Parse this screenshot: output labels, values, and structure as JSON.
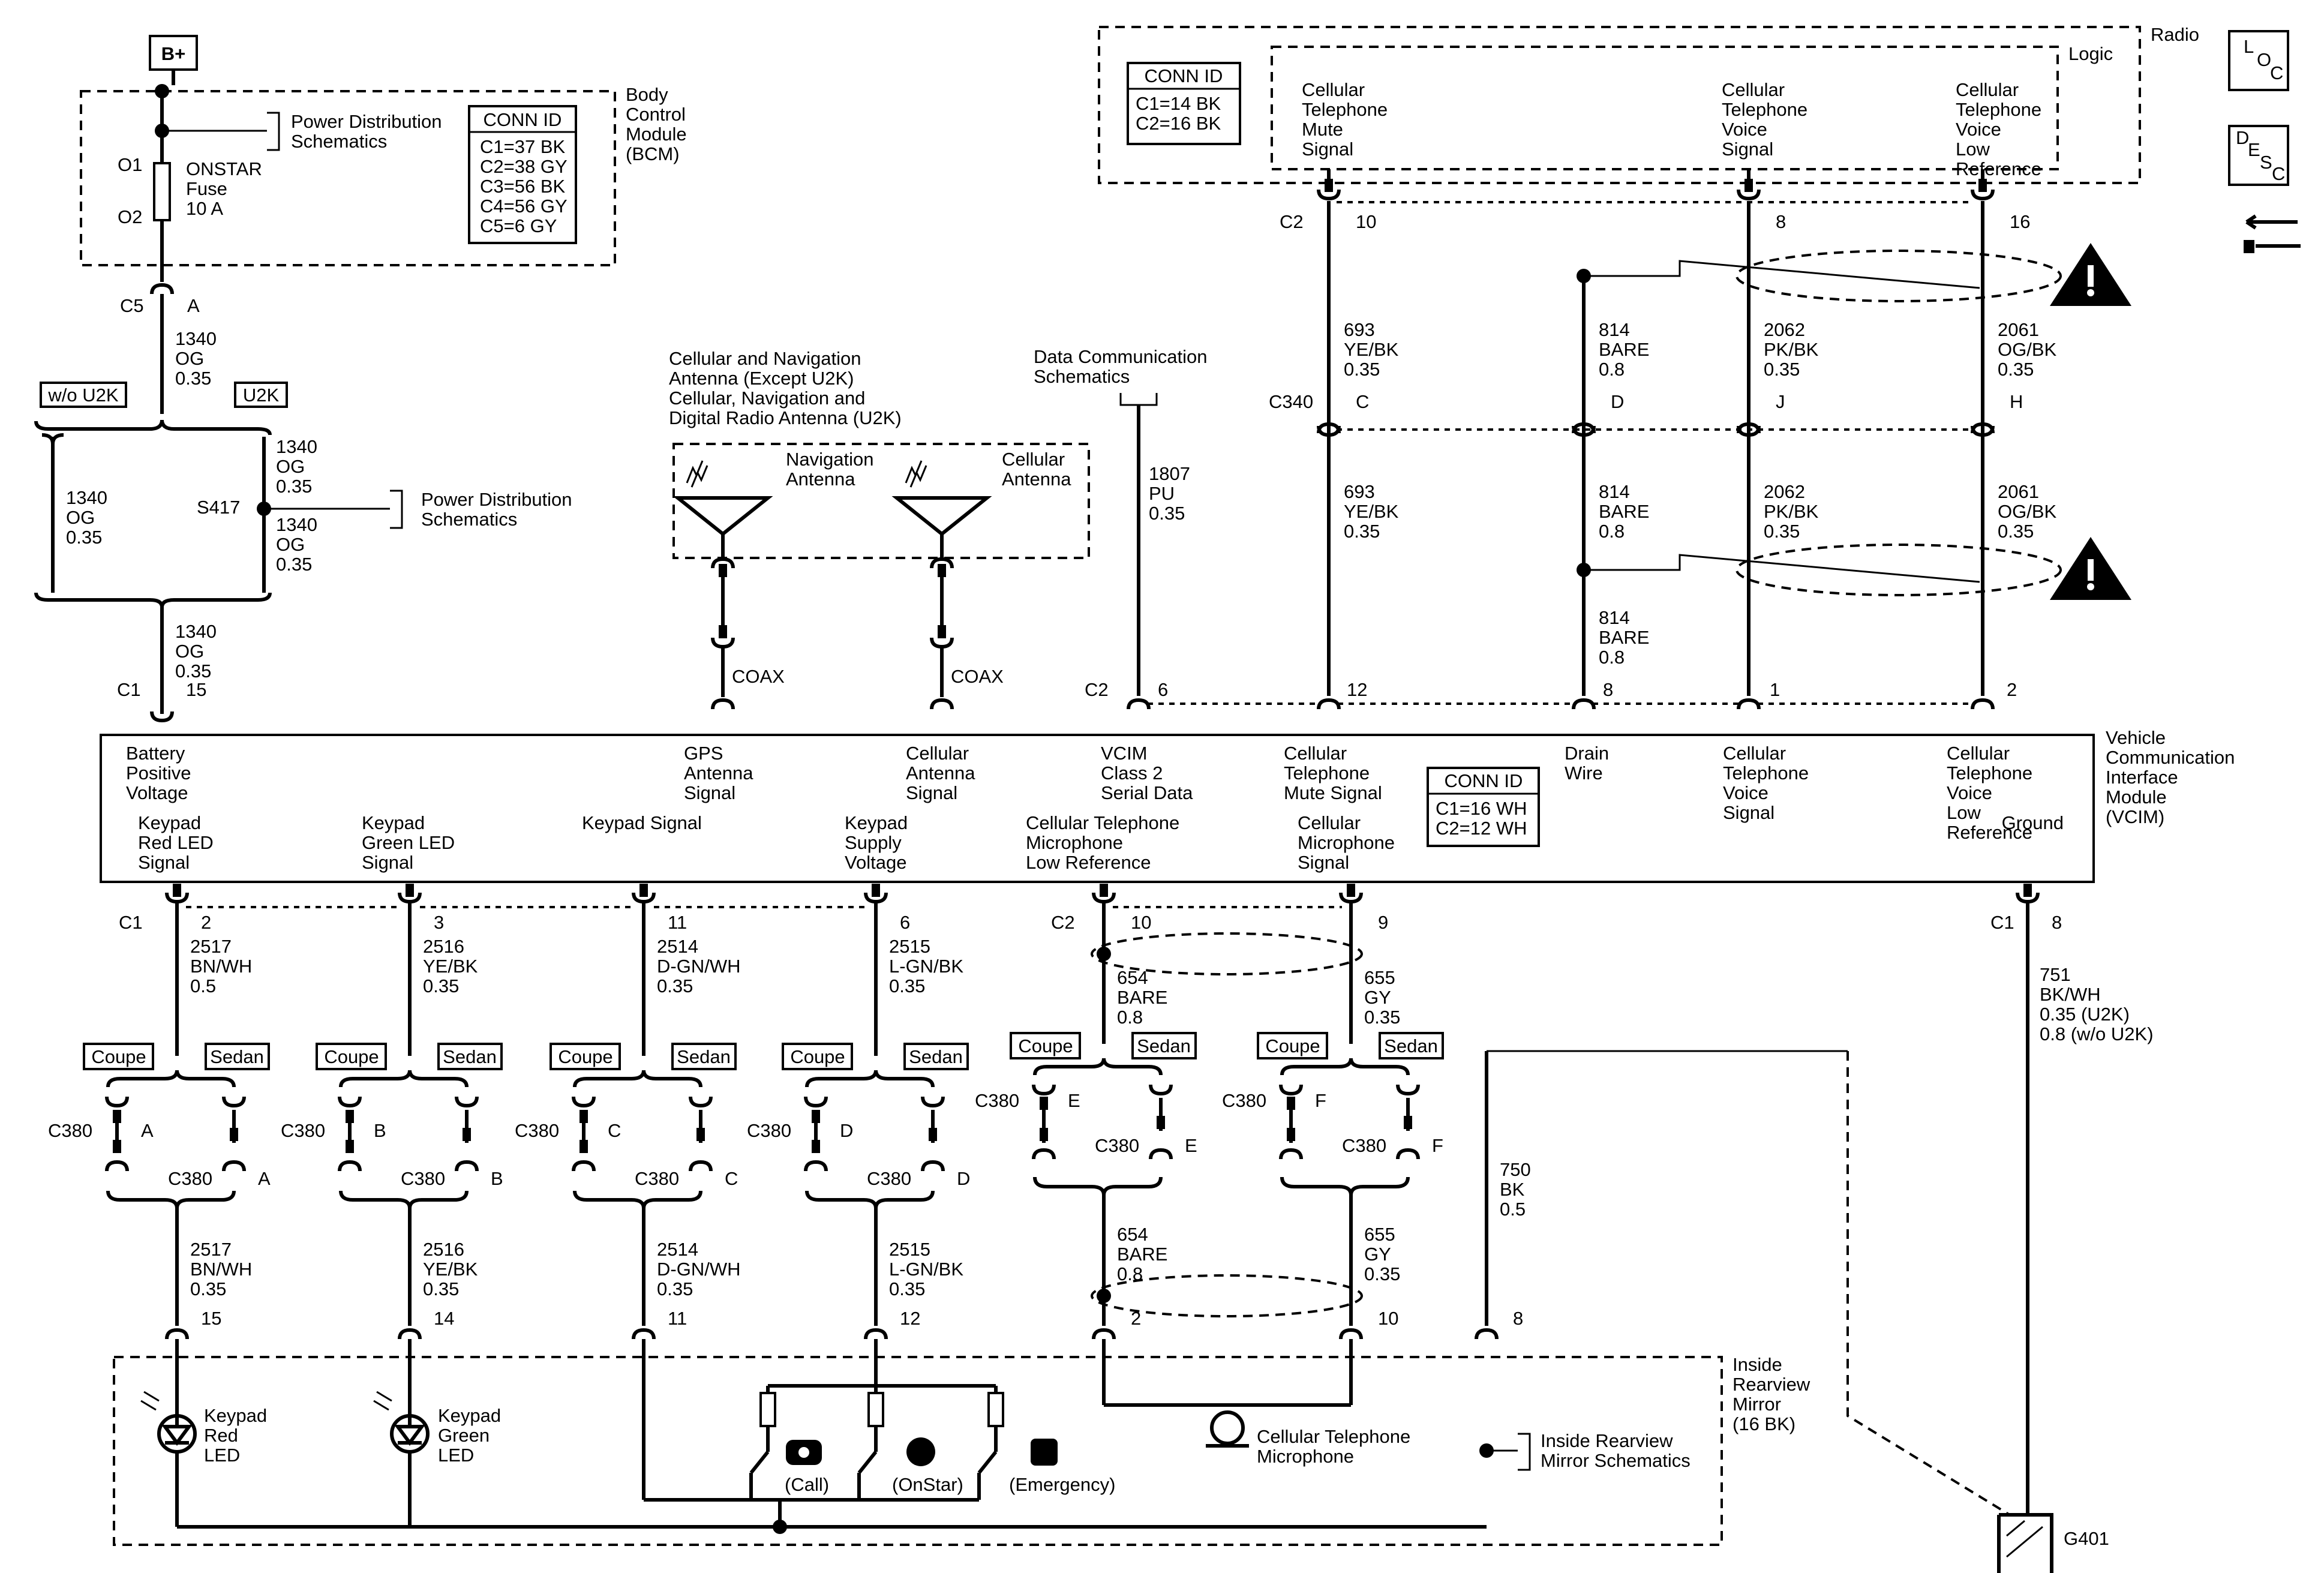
{
  "top": {
    "battery": "B+",
    "radio": "Radio",
    "logic": "Logic"
  },
  "bcm": {
    "pd": [
      "Power Distribution",
      "Schematics"
    ],
    "title": [
      "Body",
      "Control",
      "Module",
      "(BCM)"
    ],
    "o1": "O1",
    "o2": "O2",
    "fuse": [
      "ONSTAR",
      "Fuse",
      "10 A"
    ],
    "conn_title": "CONN ID",
    "conn": [
      "C1=37 BK",
      "C2=38 GY",
      "C3=56 BK",
      "C4=56 GY",
      "C5=6 GY"
    ],
    "c5": "C5",
    "c5pin": "A",
    "wire": [
      "1340",
      "OG",
      "0.35"
    ]
  },
  "splice": {
    "wo_u2k": "w/o U2K",
    "u2k": "U2K",
    "left_wire": [
      "1340",
      "OG",
      "0.35"
    ],
    "top_wire": [
      "1340",
      "OG",
      "0.35"
    ],
    "bot_wire": [
      "1340",
      "OG",
      "0.35"
    ],
    "id": "S417",
    "pd": [
      "Power Distribution",
      "Schematics"
    ],
    "out_wire": [
      "1340",
      "OG",
      "0.35"
    ],
    "c1": "C1",
    "pin": "15"
  },
  "radio": {
    "conn_title": "CONN ID",
    "conn": [
      "C1=14 BK",
      "C2=16 BK"
    ],
    "pins": [
      {
        "label": [
          "Cellular",
          "Telephone",
          "Mute",
          "Signal"
        ],
        "pin": "10"
      },
      {
        "label": [
          "Cellular",
          "Telephone",
          "Voice",
          "Signal"
        ],
        "pin": "8"
      },
      {
        "label": [
          "Cellular",
          "Telephone",
          "Voice",
          "Low",
          "Reference"
        ],
        "pin": "16"
      }
    ],
    "c2": "C2",
    "wires_upper": [
      [
        "693",
        "YE/BK",
        "0.35"
      ],
      [
        "814",
        "BARE",
        "0.8"
      ],
      [
        "2062",
        "PK/BK",
        "0.35"
      ],
      [
        "2061",
        "OG/BK",
        "0.35"
      ]
    ],
    "c340": "C340",
    "c340_pins": [
      "C",
      "D",
      "J",
      "H"
    ],
    "wires_lower": [
      [
        "693",
        "YE/BK",
        "0.35"
      ],
      [
        "814",
        "BARE",
        "0.8"
      ],
      [
        "2062",
        "PK/BK",
        "0.35"
      ],
      [
        "2061",
        "OG/BK",
        "0.35"
      ]
    ],
    "drain_wire": [
      "814",
      "BARE",
      "0.8"
    ]
  },
  "antenna": {
    "title": [
      "Cellular and Navigation",
      "Antenna (Except U2K)",
      "Cellular, Navigation and",
      "Digital Radio Antenna (U2K)"
    ],
    "nav": [
      "Navigation",
      "Antenna"
    ],
    "cell": [
      "Cellular",
      "Antenna"
    ],
    "coax": "COAX"
  },
  "data_comm": {
    "label": [
      "Data Communication",
      "Schematics"
    ],
    "wire": [
      "1807",
      "PU",
      "0.35"
    ]
  },
  "vcim": {
    "title": [
      "Vehicle",
      "Communication",
      "Interface",
      "Module",
      "(VCIM)"
    ],
    "conn_title": "CONN ID",
    "conn": [
      "C1=16 WH",
      "C2=12 WH"
    ],
    "top_c1": "C1",
    "top_c2": "C2",
    "top_pins": [
      "15",
      "6",
      "12",
      "8",
      "1",
      "2"
    ],
    "top_labels": [
      [
        "Battery",
        "Positive",
        "Voltage"
      ],
      [
        "GPS",
        "Antenna",
        "Signal"
      ],
      [
        "Cellular",
        "Antenna",
        "Signal"
      ],
      [
        "VCIM",
        "Class 2",
        "Serial Data"
      ],
      [
        "Cellular",
        "Telephone",
        "Mute Signal"
      ],
      [
        "Drain",
        "Wire"
      ],
      [
        "Cellular",
        "Telephone",
        "Voice",
        "Signal"
      ],
      [
        "Cellular",
        "Telephone",
        "Voice",
        "Low",
        "Reference"
      ]
    ],
    "bottom_labels": [
      [
        "Keypad",
        "Red LED",
        "Signal"
      ],
      [
        "Keypad",
        "Green LED",
        "Signal"
      ],
      [
        "Keypad Signal"
      ],
      [
        "Keypad",
        "Supply",
        "Voltage"
      ],
      [
        "Cellular Telephone",
        "Microphone",
        "Low Reference"
      ],
      [
        "Cellular",
        "Microphone",
        "Signal"
      ],
      [
        "Ground"
      ]
    ],
    "bot_c1": "C1",
    "bot_c2": "C2",
    "bot_c1b": "C1",
    "bot_pins": [
      "2",
      "3",
      "11",
      "6",
      "10",
      "9",
      "8"
    ]
  },
  "harness": {
    "coupe": "Coupe",
    "sedan": "Sedan",
    "c380": "C380",
    "upper_wires": [
      [
        "2517",
        "BN/WH",
        "0.5"
      ],
      [
        "2516",
        "YE/BK",
        "0.35"
      ],
      [
        "2514",
        "D-GN/WH",
        "0.35"
      ],
      [
        "2515",
        "L-GN/BK",
        "0.35"
      ],
      [
        "654",
        "BARE",
        "0.8"
      ],
      [
        "655",
        "GY",
        "0.35"
      ]
    ],
    "c380_pins": [
      "A",
      "B",
      "C",
      "D",
      "E",
      "F"
    ],
    "lower_wires": [
      [
        "2517",
        "BN/WH",
        "0.35"
      ],
      [
        "2516",
        "YE/BK",
        "0.35"
      ],
      [
        "2514",
        "D-GN/WH",
        "0.35"
      ],
      [
        "2515",
        "L-GN/BK",
        "0.35"
      ],
      [
        "654",
        "BARE",
        "0.8"
      ],
      [
        "655",
        "GY",
        "0.35"
      ]
    ],
    "mirror_pins": [
      "15",
      "14",
      "11",
      "12",
      "2",
      "10",
      "8"
    ]
  },
  "ground": {
    "wire": [
      "751",
      "BK/WH",
      "0.35 (U2K)",
      "0.8 (w/o U2K)"
    ],
    "mirror_wire": [
      "750",
      "BK",
      "0.5"
    ],
    "id": "G401"
  },
  "mirror": {
    "title": [
      "Inside",
      "Rearview",
      "Mirror",
      "(16 BK)"
    ],
    "red_led": [
      "Keypad",
      "Red",
      "LED"
    ],
    "green_led": [
      "Keypad",
      "Green",
      "LED"
    ],
    "call": "(Call)",
    "onstar": "(OnStar)",
    "emergency": "(Emergency)",
    "mic": [
      "Cellular Telephone",
      "Microphone"
    ],
    "schem": [
      "Inside Rearview",
      "Mirror Schematics"
    ]
  },
  "icons": [
    "loc-icon",
    "desc-icon",
    "warning-icon",
    "warning-icon",
    "component-icon"
  ]
}
